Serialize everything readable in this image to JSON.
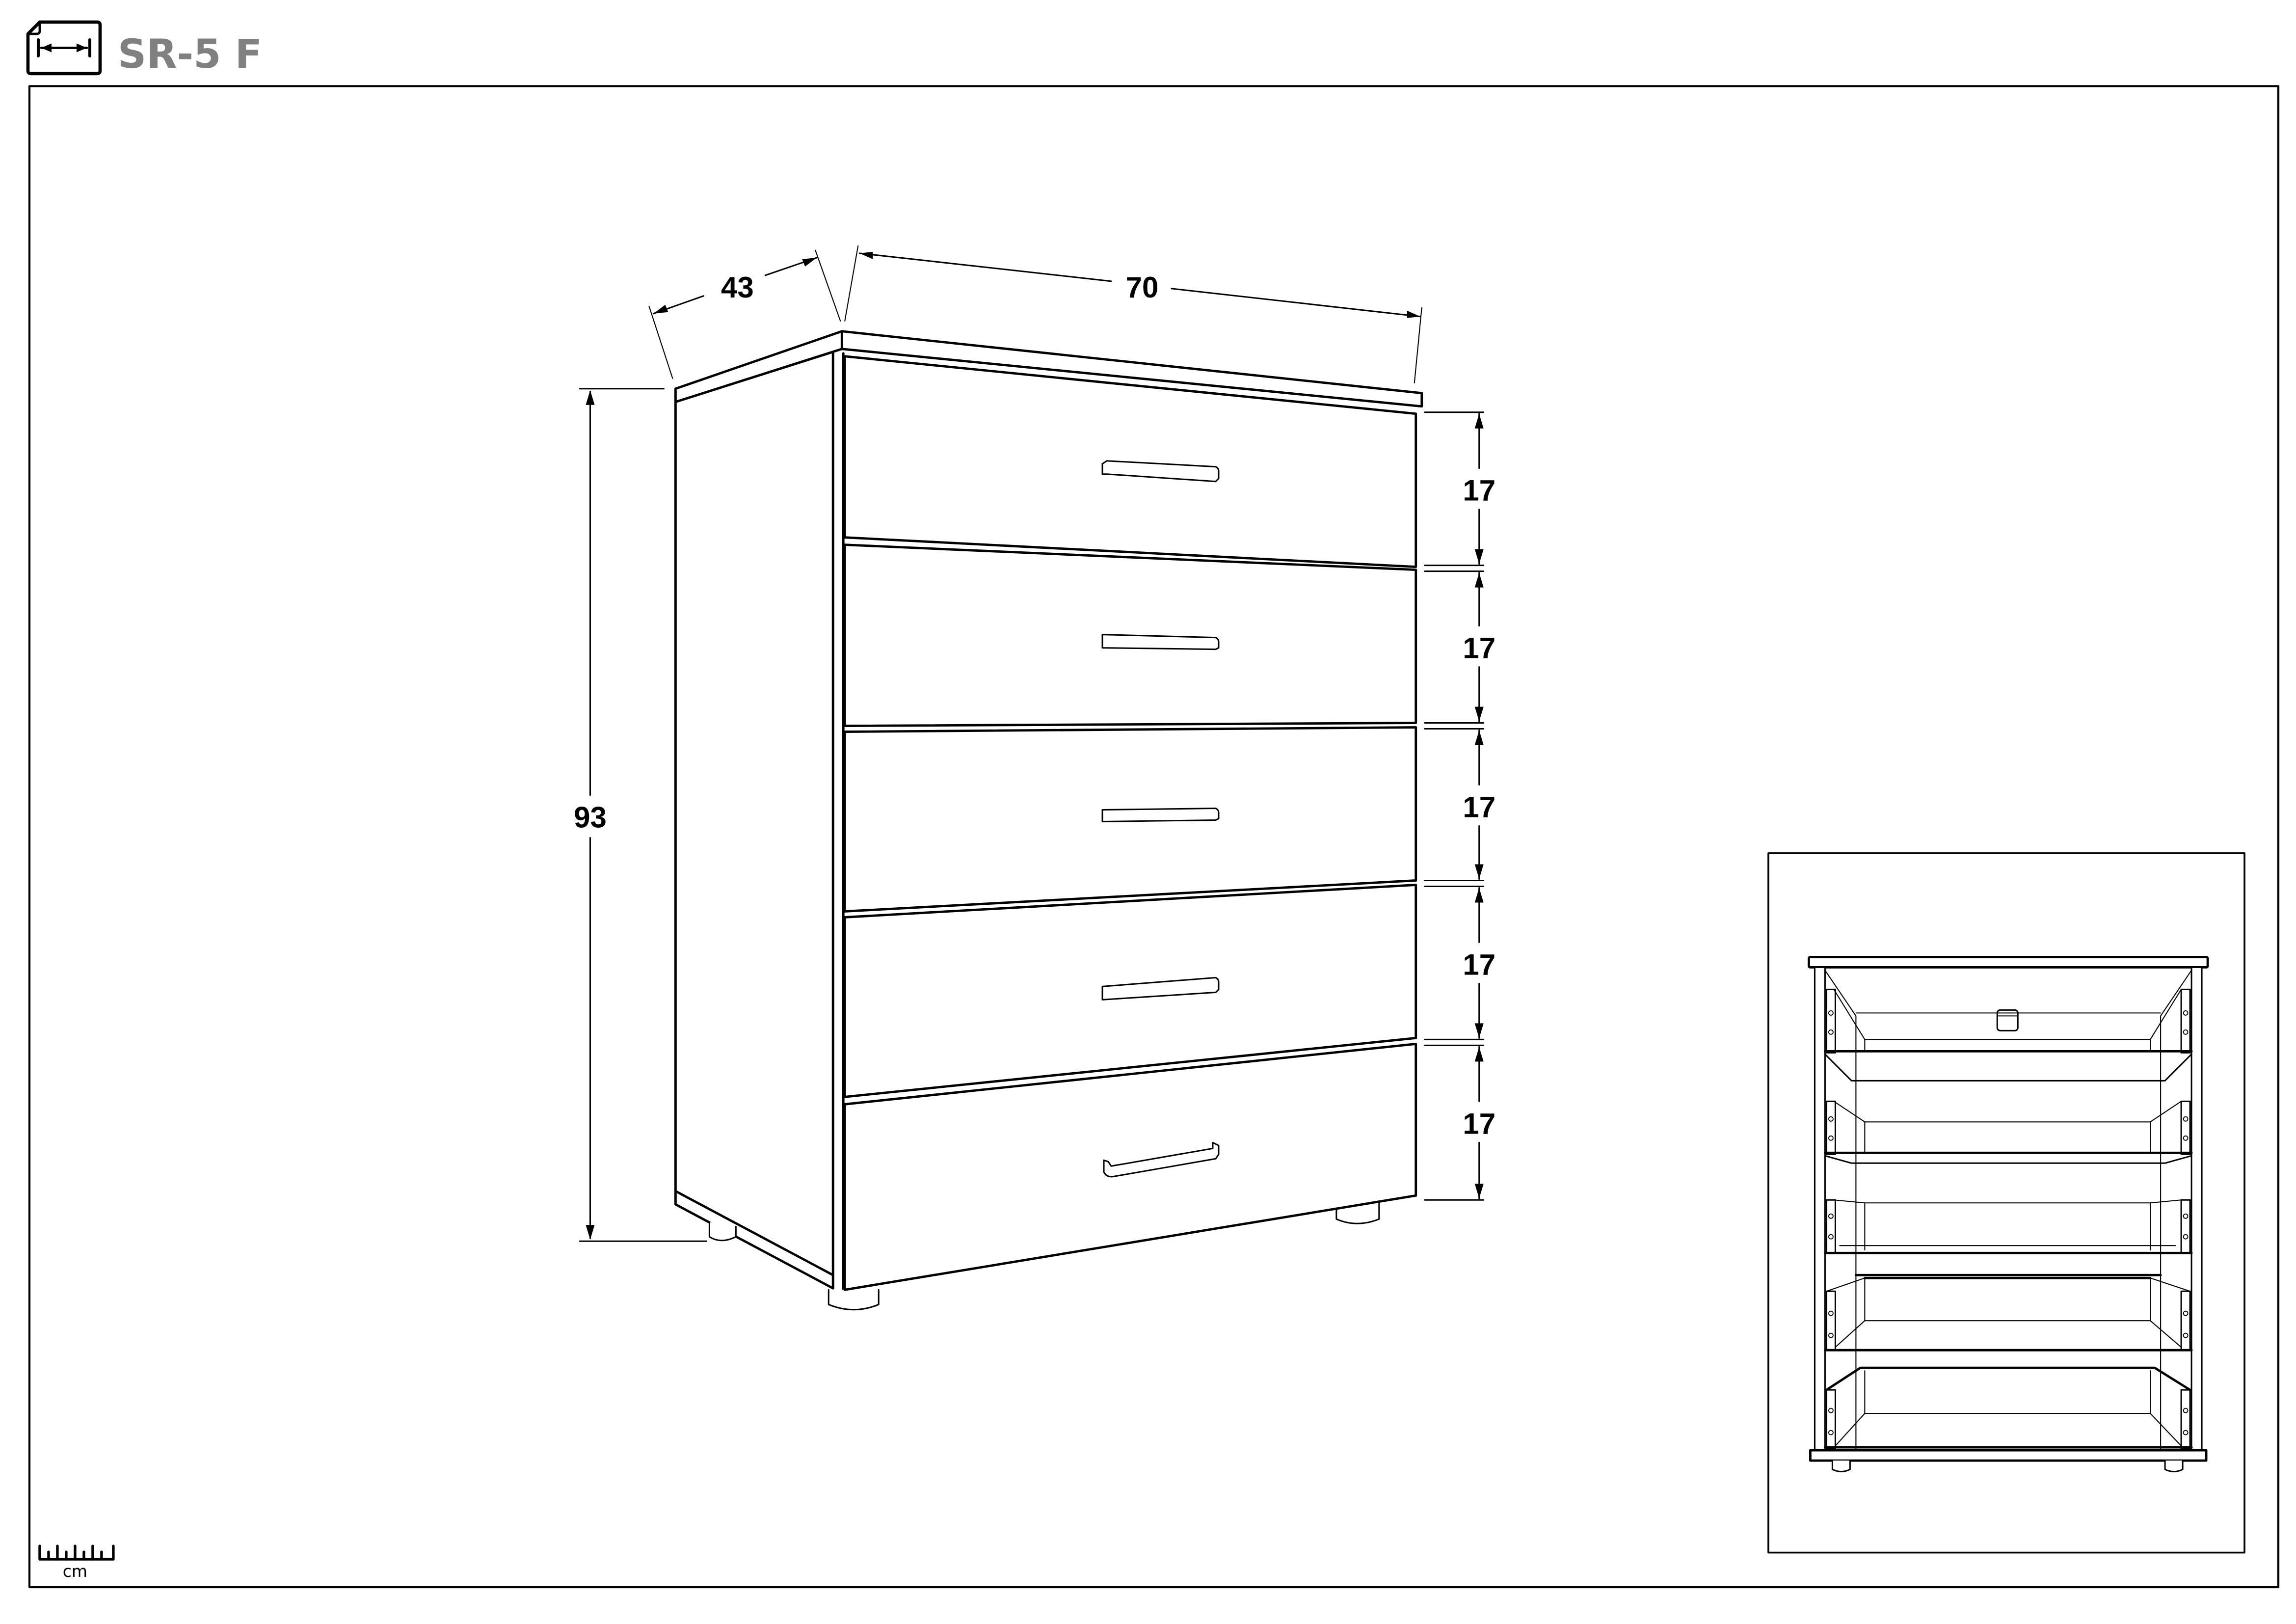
{
  "header": {
    "icon": "dimension-sheet-icon",
    "title": "SR-5 F"
  },
  "main_view": {
    "description": "Isometric line drawing of 5-drawer chest with dimensions",
    "dimensions": {
      "depth": "43",
      "width": "70",
      "height": "93",
      "drawer_heights": [
        "17",
        "17",
        "17",
        "17",
        "17"
      ]
    },
    "drawer_count": 5
  },
  "inset_view": {
    "description": "Front view of chest with all 5 drawers open"
  },
  "scale_legend": {
    "icon": "ruler-icon",
    "unit": "cm"
  },
  "colors": {
    "title": "#808080",
    "lines": "#000000",
    "background": "#ffffff"
  }
}
